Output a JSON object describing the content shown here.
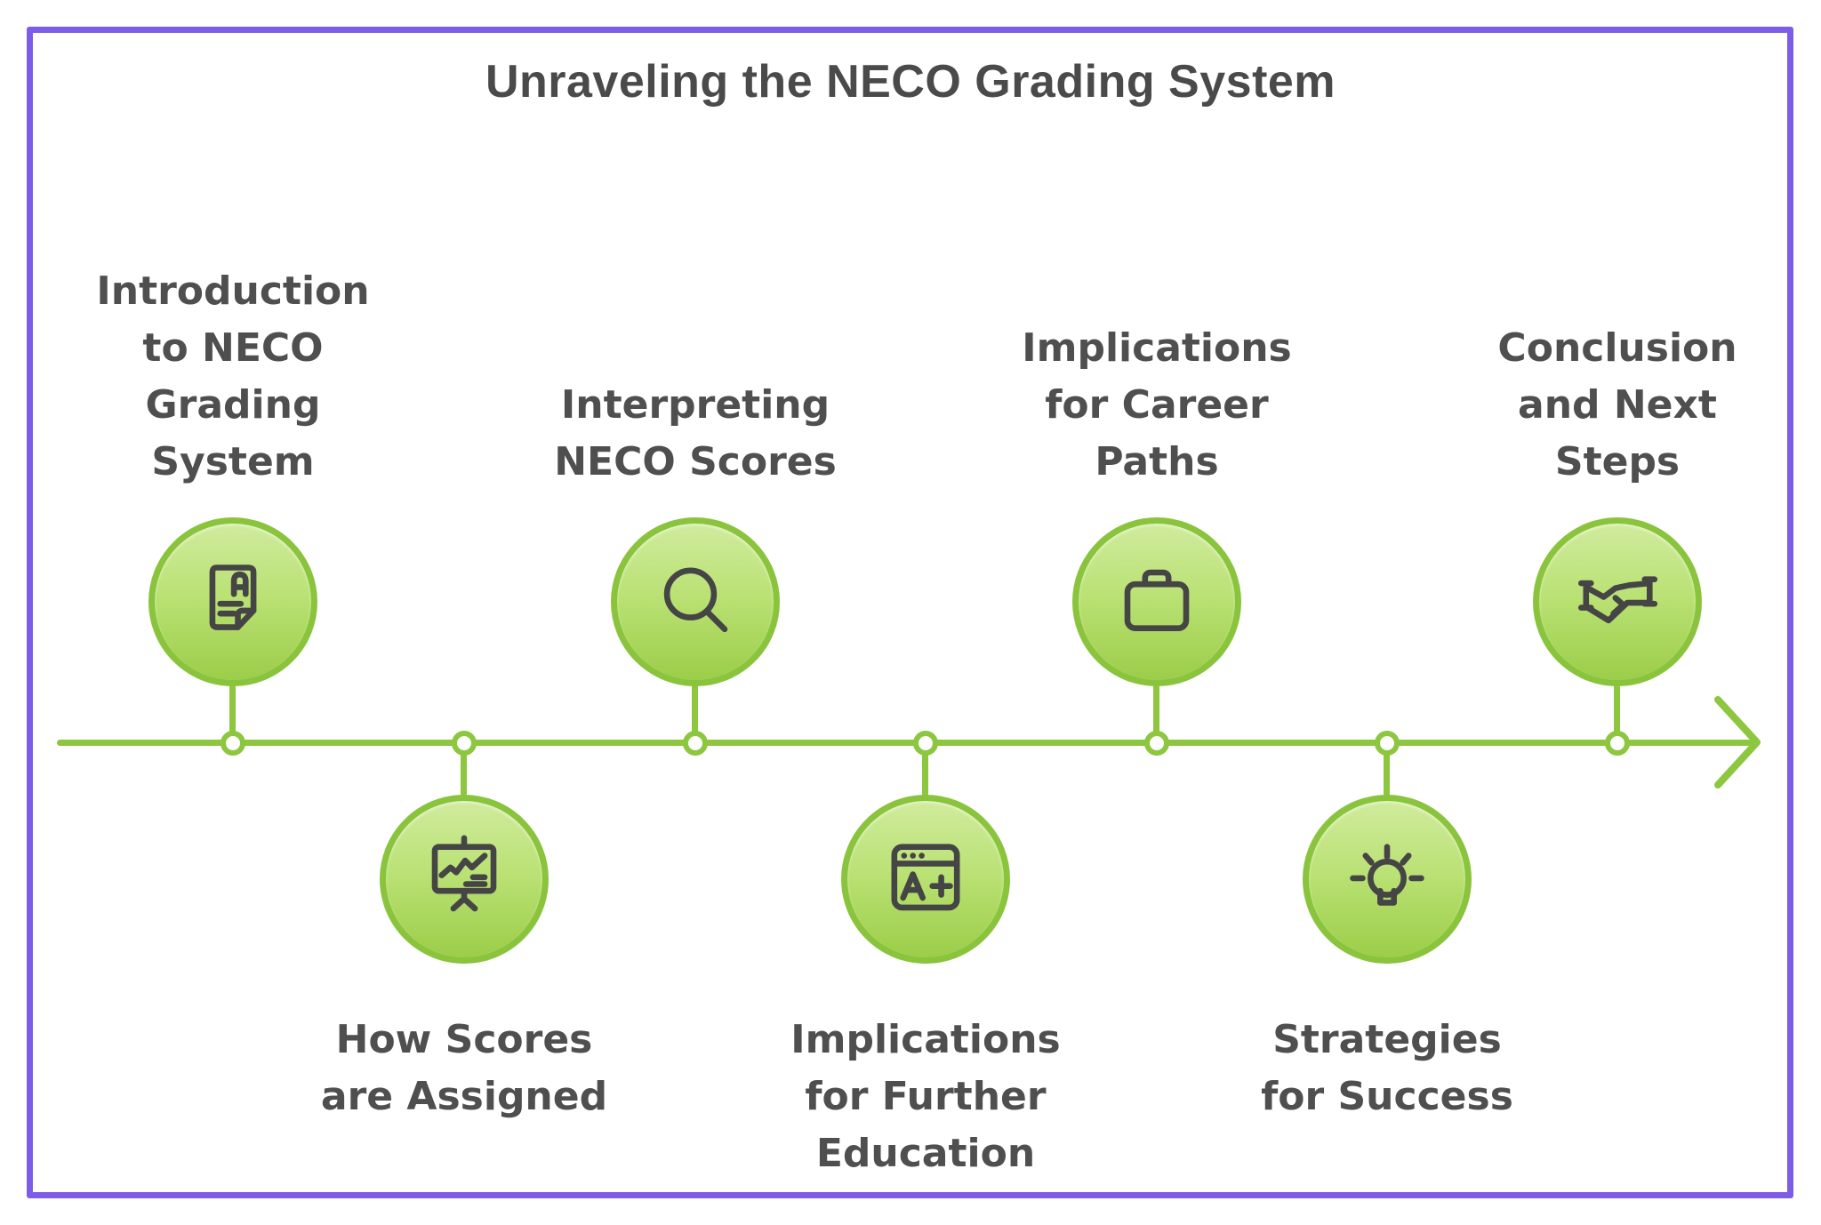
{
  "title": "Unraveling the NECO Grading System",
  "colors": {
    "accent_green": "#8dc63f",
    "circle_border_green": "#8ac43d",
    "circle_fill_top": "#d0eb9d",
    "circle_fill_bottom": "#9ccd49",
    "frame_purple": "#7d5ce8",
    "text_dark_gray": "#4f4f4f"
  },
  "timeline": {
    "direction": "left-to-right-arrow",
    "nodes": [
      {
        "label": "Introduction\nto NECO\nGrading\nSystem",
        "icon": "document-a-icon",
        "position": "above"
      },
      {
        "label": "How Scores\nare Assigned",
        "icon": "presentation-chart-icon",
        "position": "below"
      },
      {
        "label": "Interpreting\nNECO Scores",
        "icon": "magnifier-icon",
        "position": "above"
      },
      {
        "label": "Implications\nfor Further\nEducation",
        "icon": "a-plus-window-icon",
        "position": "below"
      },
      {
        "label": "Implications\nfor Career\nPaths",
        "icon": "briefcase-icon",
        "position": "above"
      },
      {
        "label": "Strategies\nfor Success",
        "icon": "lightbulb-icon",
        "position": "below"
      },
      {
        "label": "Conclusion\nand Next\nSteps",
        "icon": "handshake-icon",
        "position": "above"
      }
    ]
  }
}
